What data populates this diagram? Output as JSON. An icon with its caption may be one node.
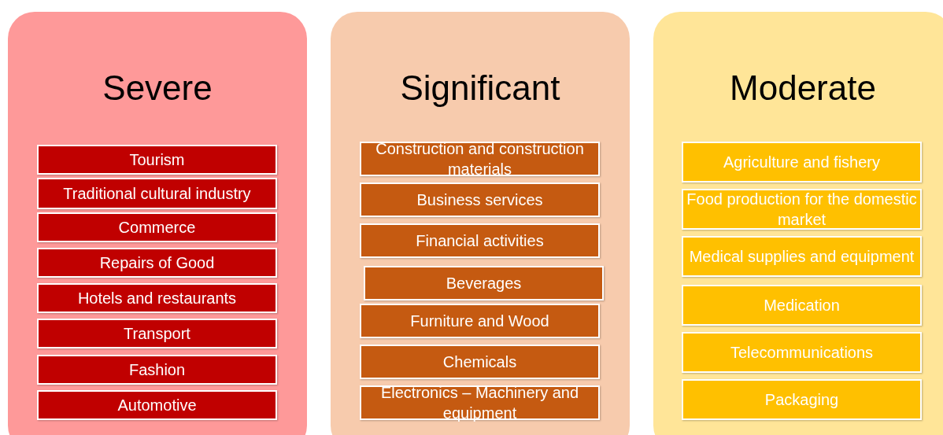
{
  "diagram": {
    "nodes": [
      {
        "text": [
          "Severe"
        ]
      },
      {
        "text": [
          "Tourism"
        ],
        "in": 0
      },
      {
        "text": [
          "Traditional cultural industry"
        ],
        "in": 0
      },
      {
        "text": [
          "Commerce"
        ],
        "in": 0
      },
      {
        "text": [
          "Repairs of Good"
        ],
        "in": 0
      },
      {
        "text": [
          "Hotels and restaurants"
        ],
        "in": 0
      },
      {
        "text": [
          "Transport"
        ],
        "in": 0
      },
      {
        "text": [
          "Fashion"
        ],
        "in": 0
      },
      {
        "text": [
          "Automotive"
        ],
        "in": 0
      },
      {
        "text": [
          "Significant"
        ]
      },
      {
        "text": [
          "Construction and construction materials"
        ],
        "in": 9
      },
      {
        "text": [
          "Business services"
        ],
        "in": 9
      },
      {
        "text": [
          "Financial activities"
        ],
        "in": 9
      },
      {
        "text": [
          "Beverages"
        ],
        "in": 9
      },
      {
        "text": [
          "Furniture and Wood"
        ],
        "in": 9
      },
      {
        "text": [
          "Chemicals"
        ],
        "in": 9
      },
      {
        "text": [
          "Electronics – Machinery and equipment"
        ],
        "in": 9
      },
      {
        "text": [
          "Moderate"
        ]
      },
      {
        "text": [
          "Agriculture and fishery"
        ],
        "in": 17
      },
      {
        "text": [
          "Food production for the domestic market"
        ],
        "in": 17
      },
      {
        "text": [
          "Medical supplies and equipment"
        ],
        "in": 17
      },
      {
        "text": [
          "Medication"
        ],
        "in": 17
      },
      {
        "text": [
          "Telecommunications"
        ],
        "in": 17
      },
      {
        "text": [
          "Packaging"
        ],
        "in": 17
      }
    ]
  }
}
